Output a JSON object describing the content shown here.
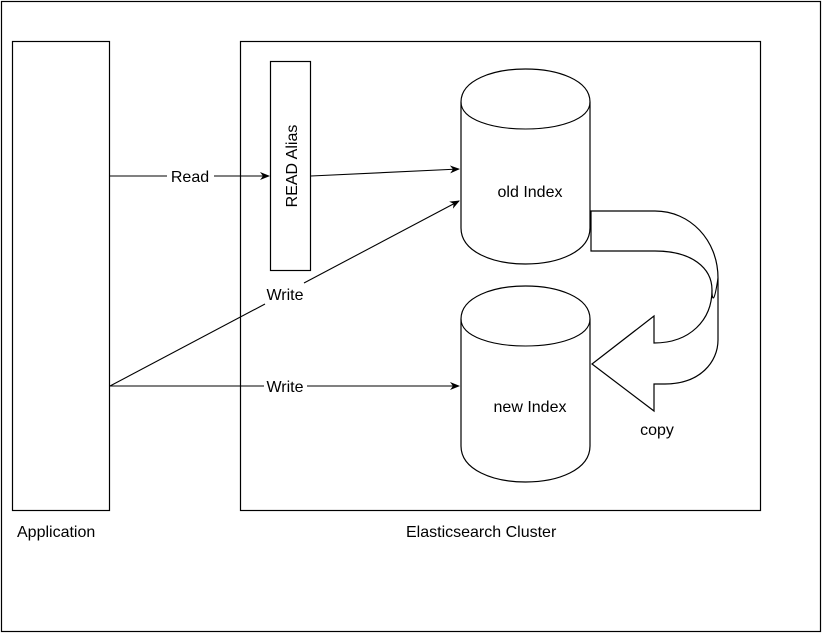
{
  "diagram": {
    "nodes": {
      "application": {
        "label": "Application"
      },
      "cluster": {
        "label": "Elasticsearch Cluster"
      },
      "read_alias": {
        "label": "READ Alias"
      },
      "old_index": {
        "label": "old Index"
      },
      "new_index": {
        "label": "new Index"
      }
    },
    "edges": {
      "read": {
        "label": "Read",
        "from": "Application",
        "to": "READ Alias"
      },
      "alias_to_old": {
        "label": "",
        "from": "READ Alias",
        "to": "old Index"
      },
      "write_old": {
        "label": "Write",
        "from": "Application",
        "to": "old Index"
      },
      "write_new": {
        "label": "Write",
        "from": "Application",
        "to": "new Index"
      },
      "copy": {
        "label": "copy",
        "from": "old Index",
        "to": "new Index"
      }
    },
    "colors": {
      "stroke": "#000000",
      "fill": "#ffffff"
    }
  }
}
